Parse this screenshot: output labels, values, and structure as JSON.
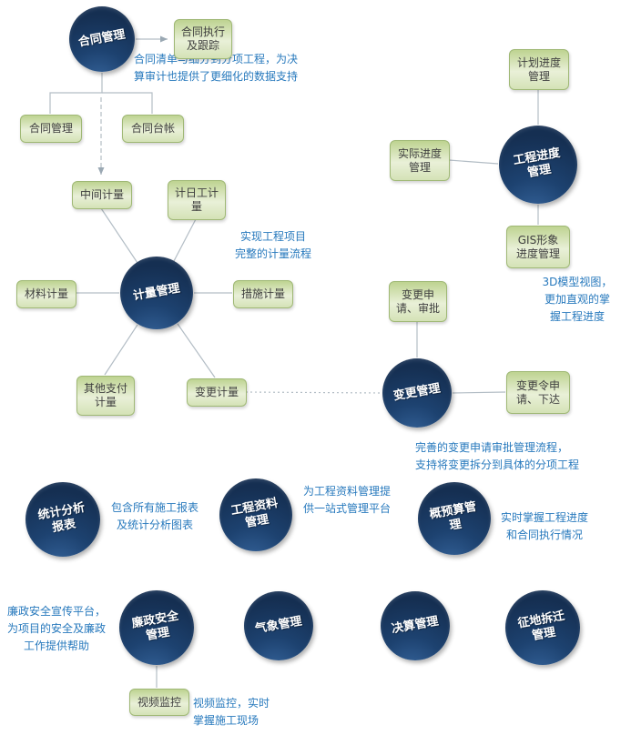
{
  "colors": {
    "circle_fill": "#17375d",
    "box_fill_top": "#bed391",
    "box_fill_bottom": "#d4e2b6",
    "box_border": "#9fb875",
    "note_text": "#2779bd",
    "connector": "#b3bdc5"
  },
  "nodes": {
    "contract_circle": "合同管理",
    "contract_exec_box": "合同执行\n及跟踪",
    "contract_mgmt_box": "合同管理",
    "contract_ledger_box": "合同台帐",
    "interim_box": "中间计量",
    "daywork_box": "计日工计\n量",
    "measure_circle": "计量管理",
    "material_box": "材料计量",
    "action_box": "措施计量",
    "other_payment_box": "其他支付\n计量",
    "change_measure_box": "变更计量",
    "plan_progress_box": "计划进度\n管理",
    "progress_circle": "工程进度\n管理",
    "actual_progress_box": "实际进度\n管理",
    "gis_box": "GIS形象\n进度管理",
    "change_apply_box": "变更申\n请、审批",
    "change_circle": "变更管理",
    "change_order_box": "变更令申\n请、下达",
    "stats_circle": "统计分析\n报表",
    "docs_circle": "工程资料\n管理",
    "budget_circle": "概预算管\n理",
    "integrity_circle": "廉政安全\n管理",
    "weather_circle": "气象管理",
    "settlement_circle": "决算管理",
    "land_circle": "征地拆迁\n管理",
    "video_box": "视频监控"
  },
  "notes": {
    "contract": "合同清单与细分到分项工程，为决\n算审计也提供了更细化的数据支持",
    "measure": "实现工程项目\n完整的计量流程",
    "progress": "3D模型视图，\n更加直观的掌\n握工程进度",
    "change": "完善的变更申请审批管理流程，\n支持将变更拆分到具体的分项工程",
    "stats": "包含所有施工报表\n及统计分析图表",
    "docs": "为工程资料管理提\n供一站式管理平台",
    "budget": "实时掌握工程进度\n和合同执行情况",
    "integrity": "廉政安全宣传平台，\n为项目的安全及廉政\n工作提供帮助",
    "video": "视频监控，实时\n掌握施工现场"
  }
}
